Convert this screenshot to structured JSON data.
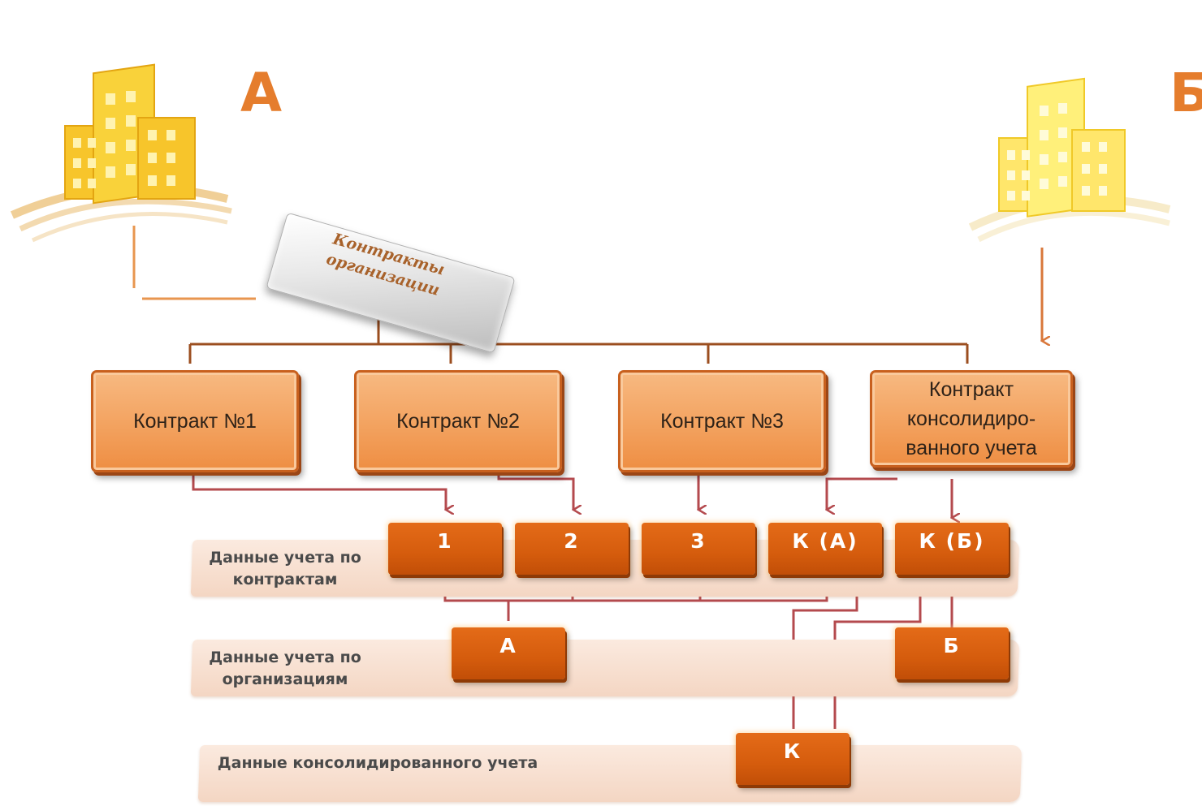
{
  "organizations": {
    "a_label": "А",
    "b_label": "Б"
  },
  "org_contracts_label": "Контракты организации",
  "contracts": [
    {
      "label": "Контракт №1"
    },
    {
      "label": "Контракт №2"
    },
    {
      "label": "Контракт №3"
    },
    {
      "label": "Контракт консолидиро-ванного учета"
    }
  ],
  "bands": {
    "by_contracts": "Данные учета по контрактам",
    "by_organizations": "Данные учета по организациям",
    "consolidated": "Данные консолидированного учета"
  },
  "contract_tiles": [
    "1",
    "2",
    "3",
    "К (А)",
    "К (Б)"
  ],
  "org_tiles": [
    "А",
    "Б"
  ],
  "consolidated_tile": "К",
  "colors": {
    "building": "#f6c21f",
    "org_letter": "#e57d2d",
    "contract_fill": "#f3a25f",
    "tile_fill": "#d55c0d",
    "tree_line": "#c9732c",
    "arrow": "#b44a4e",
    "band": "#f4d6c3"
  }
}
